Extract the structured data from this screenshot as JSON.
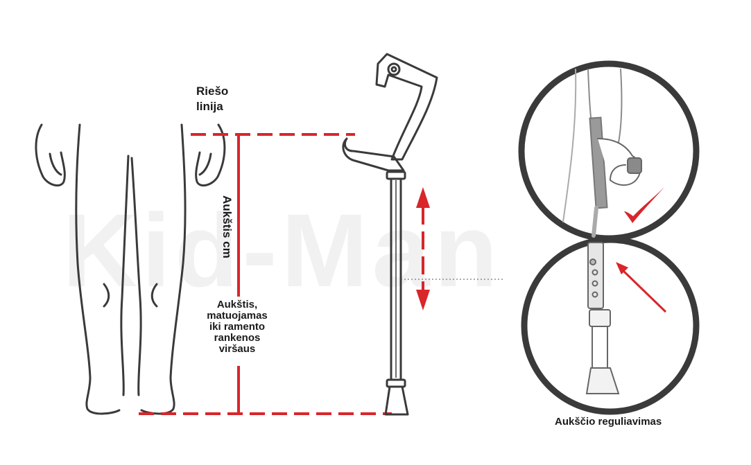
{
  "labels": {
    "wrist_line": [
      "Riešo",
      "linija"
    ],
    "height_cm": "Aukštis cm",
    "height_measured": [
      "Aukštis,",
      "matuojamas",
      "iki ramento",
      "rankenos",
      "viršaus"
    ],
    "height_adjustment": "Aukščio reguliavimas"
  },
  "watermark": "Kid-Man",
  "colors": {
    "outline": "#3a3a3a",
    "measure_red": "#d8262a",
    "check_red": "#d8262a",
    "gray_tube": "#8a8a8a"
  },
  "icons": [
    "legs-outline",
    "crutch-icon",
    "double-arrow-icon",
    "check-mark-icon",
    "pointer-arrow-icon"
  ]
}
